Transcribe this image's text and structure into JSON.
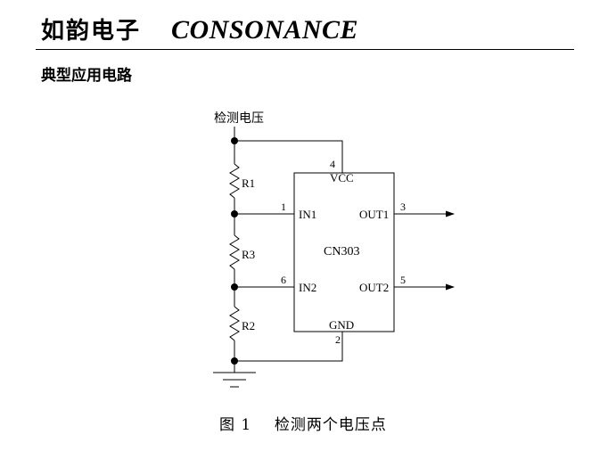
{
  "header": {
    "brand_cn": "如韵电子",
    "brand_en": "CONSONANCE"
  },
  "section": {
    "title": "典型应用电路"
  },
  "circuit": {
    "input_label": "检测电压",
    "chip_name": "CN303",
    "resistors": {
      "r1": "R1",
      "r3": "R3",
      "r2": "R2"
    },
    "pins": {
      "vcc": {
        "name": "VCC",
        "number": "4"
      },
      "in1": {
        "name": "IN1",
        "number": "1"
      },
      "in2": {
        "name": "IN2",
        "number": "6"
      },
      "out1": {
        "name": "OUT1",
        "number": "3"
      },
      "out2": {
        "name": "OUT2",
        "number": "5"
      },
      "gnd": {
        "name": "GND",
        "number": "2"
      }
    }
  },
  "figure": {
    "number": "图 1",
    "title": "检测两个电压点"
  }
}
